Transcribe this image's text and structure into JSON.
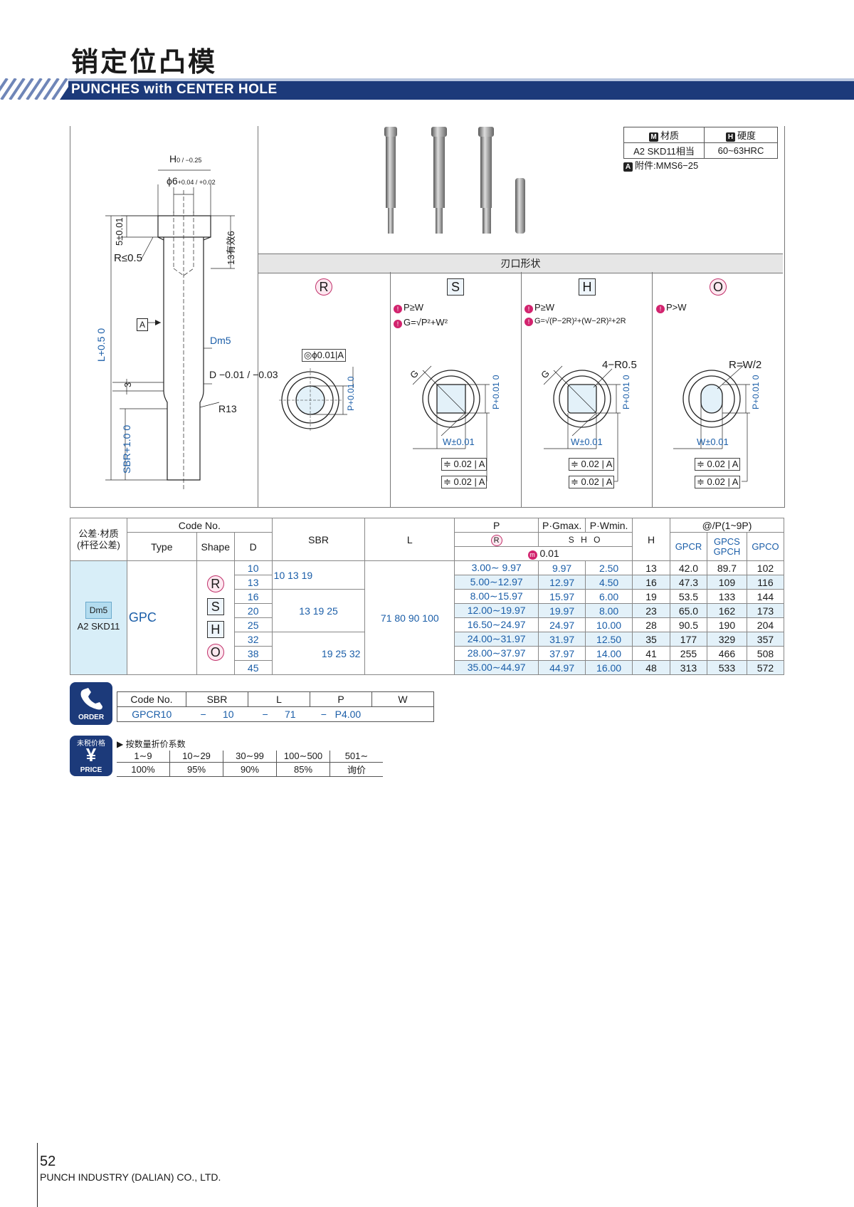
{
  "header": {
    "title_cn": "销定位凸模",
    "title_en": "PUNCHES with CENTER HOLE"
  },
  "material": {
    "material_label": "材质",
    "hardness_label": "硬度",
    "material_value": "A2 SKD11相当",
    "hardness_value": "60~63HRC",
    "accessory": "附件:MMS6−25"
  },
  "drawing": {
    "h": "H",
    "h_tol": "0 / −0.25",
    "phi": "ϕ6",
    "phi_tol": "+0.04 / +0.02",
    "d5": "5±0.01",
    "r05": "R≤0.5",
    "eff13": "13有效6",
    "a_ref": "A",
    "dm5": "Dm5",
    "d_tol": "D −0.01 / −0.03",
    "three": "3",
    "r13": "R13",
    "l": "L+0.5 0",
    "sbr": "SBR+1.0 0"
  },
  "shapes": {
    "section_title": "刃口形状",
    "R": {
      "letter": "R",
      "geom": "ϕ0.01",
      "ref": "A",
      "p": "P+0.01 0"
    },
    "S": {
      "letter": "S",
      "cond1": "P≥W",
      "cond2": "G=√P²+W²",
      "p": "P+0.01 0",
      "w": "W±0.01",
      "t1": "0.02",
      "t2": "0.02",
      "ref": "A",
      "g": "G"
    },
    "H": {
      "letter": "H",
      "cond1": "P≥W",
      "cond2": "G=√(P−2R)²+(W−2R)²+2R",
      "r": "4−R0.5",
      "p": "P+0.01 0",
      "w": "W±0.01",
      "t1": "0.02",
      "t2": "0.02",
      "ref": "A",
      "g": "G"
    },
    "O": {
      "letter": "O",
      "cond1": "P>W",
      "r": "R=W/2",
      "p": "P+0.01 0",
      "w": "W±0.01",
      "t1": "0.02",
      "t2": "0.02",
      "ref": "A"
    }
  },
  "table": {
    "h_tol": "公差·材质\n(杆径公差)",
    "h_code": "Code No.",
    "h_type": "Type",
    "h_shape": "Shape",
    "h_d": "D",
    "h_sbr": "SBR",
    "h_l": "L",
    "h_p": "P",
    "h_pg": "P·Gmax.",
    "h_pw": "P·Wmin.",
    "h_h": "H",
    "h_at": "@/P(1~9P)",
    "h_pr": "R",
    "h_shapes": "S H O",
    "h_unit": "0.01",
    "h_gpcr": "GPCR",
    "h_gpcs": "GPCS\nGPCH",
    "h_gpco": "GPCO",
    "tol": "Dm5",
    "mat": "A2 SKD11",
    "type": "GPC",
    "shape_letters": [
      "R",
      "S",
      "H",
      "O"
    ],
    "sbr_groups": [
      "10  13  19",
      "13  19  25",
      "19  25  32"
    ],
    "l_values": "71   80   90  100",
    "rows": [
      {
        "d": "10",
        "p": "3.00∼ 9.97",
        "pg": "9.97",
        "pw": "2.50",
        "h": "13",
        "gpcr": "42.0",
        "gpcs": "89.7",
        "gpco": "102"
      },
      {
        "d": "13",
        "p": "5.00∼12.97",
        "pg": "12.97",
        "pw": "4.50",
        "h": "16",
        "gpcr": "47.3",
        "gpcs": "109",
        "gpco": "116"
      },
      {
        "d": "16",
        "p": "8.00∼15.97",
        "pg": "15.97",
        "pw": "6.00",
        "h": "19",
        "gpcr": "53.5",
        "gpcs": "133",
        "gpco": "144"
      },
      {
        "d": "20",
        "p": "12.00∼19.97",
        "pg": "19.97",
        "pw": "8.00",
        "h": "23",
        "gpcr": "65.0",
        "gpcs": "162",
        "gpco": "173"
      },
      {
        "d": "25",
        "p": "16.50∼24.97",
        "pg": "24.97",
        "pw": "10.00",
        "h": "28",
        "gpcr": "90.5",
        "gpcs": "190",
        "gpco": "204"
      },
      {
        "d": "32",
        "p": "24.00∼31.97",
        "pg": "31.97",
        "pw": "12.50",
        "h": "35",
        "gpcr": "177",
        "gpcs": "329",
        "gpco": "357"
      },
      {
        "d": "38",
        "p": "28.00∼37.97",
        "pg": "37.97",
        "pw": "14.00",
        "h": "41",
        "gpcr": "255",
        "gpcs": "466",
        "gpco": "508"
      },
      {
        "d": "45",
        "p": "35.00∼44.97",
        "pg": "44.97",
        "pw": "16.00",
        "h": "48",
        "gpcr": "313",
        "gpcs": "533",
        "gpco": "572"
      }
    ]
  },
  "order": {
    "icon_label": "ORDER",
    "headers": [
      "Code No.",
      "SBR",
      "L",
      "P",
      "W"
    ],
    "code": "GPCR10",
    "dash": "−",
    "sbr": "10",
    "l": "71",
    "p": "P4.00",
    "w": ""
  },
  "price": {
    "icon_top": "未税价格",
    "icon_label": "PRICE",
    "yen": "¥",
    "title": "▶ 按数量折价系数",
    "qty": [
      "1∼9",
      "10∼29",
      "30∼99",
      "100∼500",
      "501∼"
    ],
    "rate": [
      "100%",
      "95%",
      "90%",
      "85%",
      "询价"
    ]
  },
  "footer": {
    "page": "52",
    "company": "PUNCH INDUSTRY (DALIAN) CO., LTD."
  }
}
